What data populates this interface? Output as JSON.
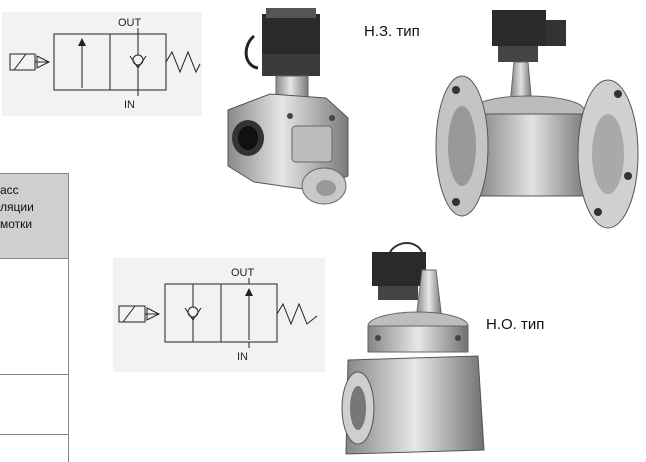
{
  "nc_symbol": {
    "out_label": "OUT",
    "in_label": "IN"
  },
  "no_symbol": {
    "out_label": "OUT",
    "in_label": "IN"
  },
  "labels": {
    "nc_type": "Н.З. тип",
    "no_type": "Н.О. тип"
  },
  "table": {
    "header_lines": [
      "асс",
      "ляции",
      "мотки"
    ]
  },
  "icons": {
    "valve_photo_small": "solenoid-valve-threaded",
    "valve_photo_flanged": "solenoid-valve-flanged",
    "valve_photo_no": "solenoid-valve-normally-open"
  }
}
